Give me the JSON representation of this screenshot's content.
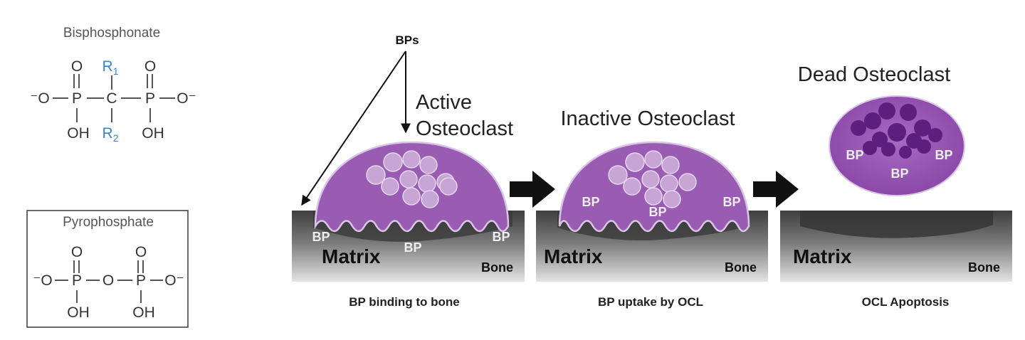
{
  "bisphosphonate": {
    "title": "Bisphosphonate",
    "o_top_left": "O",
    "o_top_right": "O",
    "r1": "R",
    "r1_sub": "1",
    "r2": "R",
    "r2_sub": "2",
    "o_minus_left": "⁻O",
    "p_left": "P",
    "c_center": "C",
    "p_right": "P",
    "o_minus_right": "O⁻",
    "oh_left": "OH",
    "oh_right": "OH"
  },
  "pyrophosphate": {
    "title": "Pyrophosphate",
    "o_top_left": "O",
    "o_top_right": "O",
    "o_minus_left": "⁻O",
    "p_left": "P",
    "o_bridge": "O",
    "p_right": "P",
    "o_minus_right": "O⁻",
    "oh_left": "OH",
    "oh_right": "OH"
  },
  "panel1": {
    "bps_label": "BPs",
    "active_label_line1": "Active",
    "active_label_line2": "Osteoclast",
    "matrix": "Matrix",
    "bone": "Bone",
    "bp_left": "BP",
    "bp_center": "BP",
    "bp_right": "BP",
    "caption": "BP binding to bone"
  },
  "panel2": {
    "label": "Inactive Osteoclast",
    "matrix": "Matrix",
    "bone": "Bone",
    "bp_left": "BP",
    "bp_center": "BP",
    "bp_right": "BP",
    "caption": "BP uptake by OCL"
  },
  "panel3": {
    "label": "Dead Osteoclast",
    "matrix": "Matrix",
    "bone": "Bone",
    "bp_left": "BP",
    "bp_center": "BP",
    "bp_right": "BP",
    "caption": "OCL Apoptosis"
  },
  "colors": {
    "osteoclast": "#9a5bb3",
    "osteoclast_border": "#d8c4e4",
    "dead_cell": "#8e4aa9",
    "dead_nucleus": "#5c1f7e",
    "bone_light": "#d2d2d2",
    "bone_dark": "#4a4a4a",
    "r_group": "#3a86c8"
  }
}
